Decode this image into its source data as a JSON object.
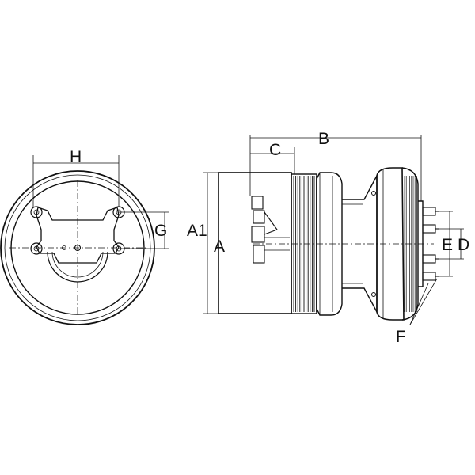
{
  "labels": {
    "H": "H",
    "G": "G",
    "A1": "A1",
    "A": "A",
    "B": "B",
    "C": "C",
    "E": "E",
    "D": "D",
    "F": "F"
  }
}
